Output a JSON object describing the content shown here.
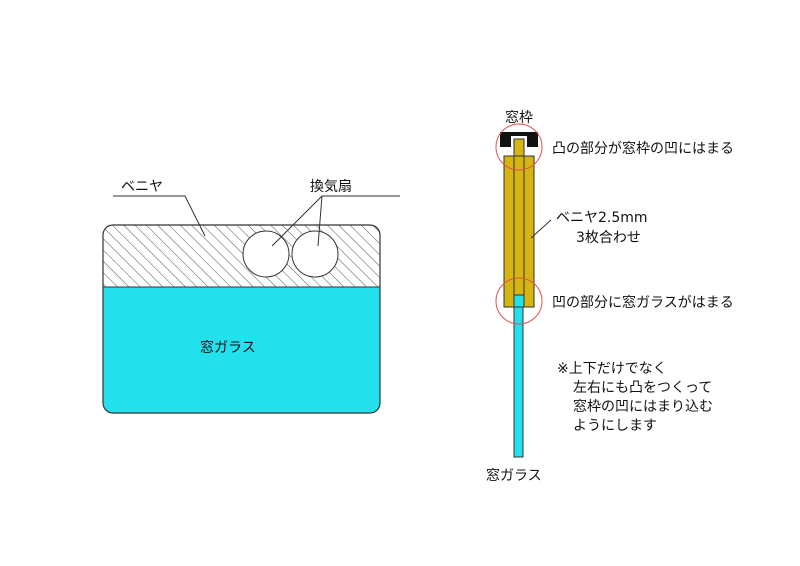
{
  "left_diagram": {
    "label_veneer": "ベニヤ",
    "label_fan": "換気扇",
    "label_glass": "窓ガラス"
  },
  "right_diagram": {
    "label_frame": "窓枠",
    "note_top": "凸の部分が窓枠の凹にはまる",
    "note_veneer_1": "ベニヤ2.5mm",
    "note_veneer_2": "3枚合わせ",
    "note_bottom": "凹の部分に窓ガラスがはまる",
    "note_extra_1": "※上下だけでなく",
    "note_extra_2": "左右にも凸をつくって",
    "note_extra_3": "窓枠の凹にはまり込む",
    "note_extra_4": "ようにします",
    "label_glass": "窓ガラス"
  },
  "colors": {
    "glass": "#22e0ec",
    "veneer": "#d6b412",
    "frame": "#111111",
    "highlight_circle": "#e05050",
    "hatch": "#555555"
  }
}
